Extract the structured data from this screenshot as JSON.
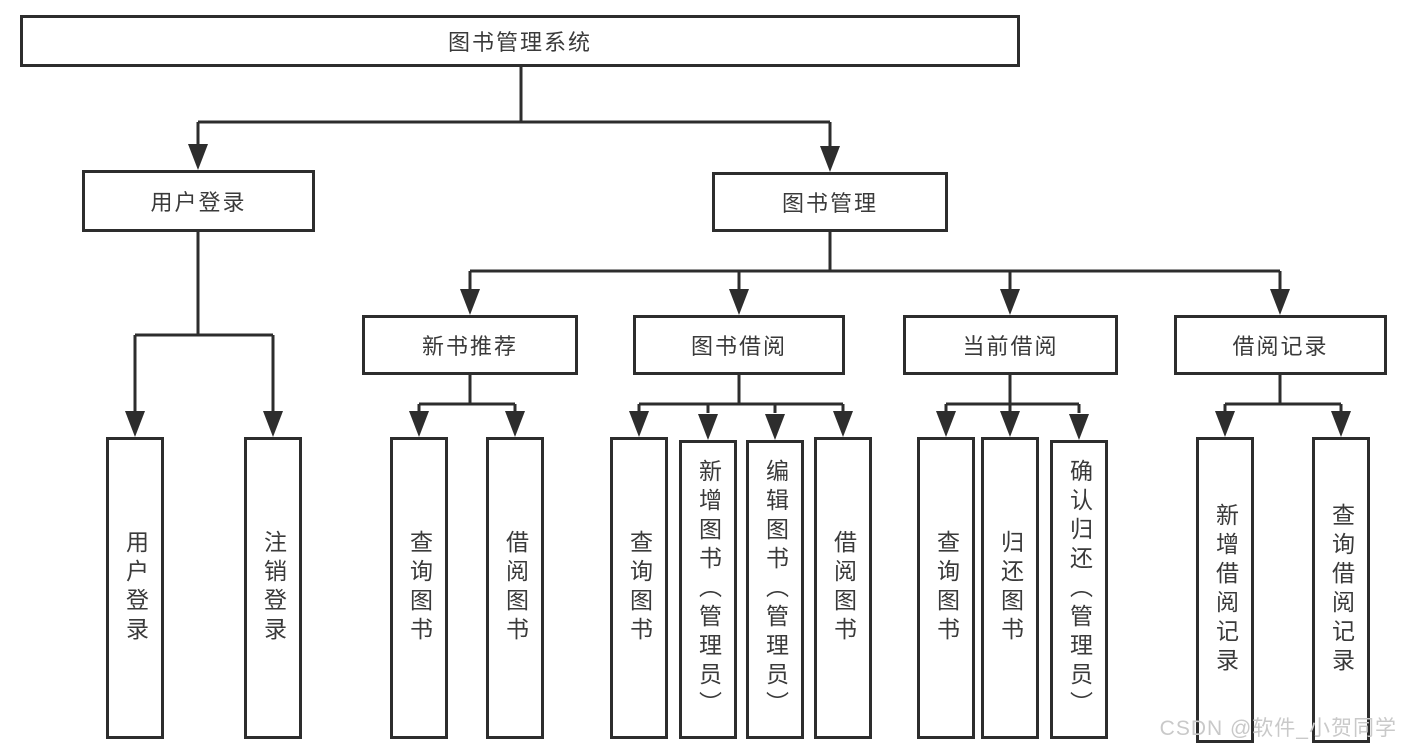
{
  "tree": {
    "label": "图书管理系统",
    "children": [
      {
        "label": "用户登录",
        "children": [
          {
            "label": "用户登录"
          },
          {
            "label": "注销登录"
          }
        ]
      },
      {
        "label": "图书管理",
        "children": [
          {
            "label": "新书推荐",
            "children": [
              {
                "label": "查询图书"
              },
              {
                "label": "借阅图书"
              }
            ]
          },
          {
            "label": "图书借阅",
            "children": [
              {
                "label": "查询图书"
              },
              {
                "label": "新增图书（管理员）"
              },
              {
                "label": "编辑图书（管理员）"
              },
              {
                "label": "借阅图书"
              }
            ]
          },
          {
            "label": "当前借阅",
            "children": [
              {
                "label": "查询图书"
              },
              {
                "label": "归还图书"
              },
              {
                "label": "确认归还（管理员）"
              }
            ]
          },
          {
            "label": "借阅记录",
            "children": [
              {
                "label": "新增借阅记录"
              },
              {
                "label": "查询借阅记录"
              }
            ]
          }
        ]
      }
    ]
  },
  "watermark": {
    "text": "CSDN @软件_小贺同学"
  },
  "colors": {
    "line": "#2d2d2d",
    "text": "#3a3a3a",
    "background": "#ffffff",
    "watermark": "#c9c9c9"
  }
}
